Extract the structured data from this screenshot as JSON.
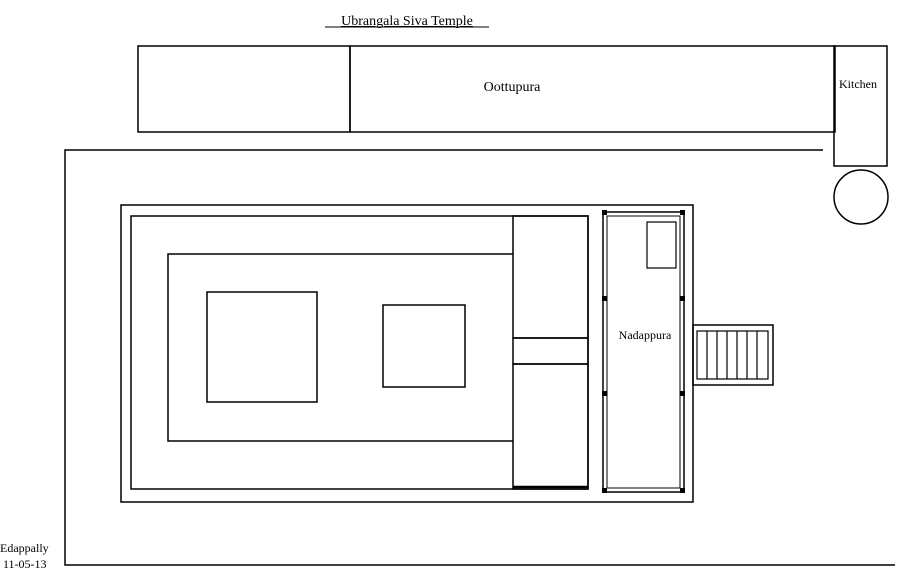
{
  "title": "Ubrangala Siva Temple",
  "labels": {
    "oottupura": "Oottupura",
    "kitchen": "Kitchen",
    "nadappura": "Nadappura"
  },
  "footer": {
    "place": "Edappally",
    "date": "11-05-13"
  }
}
